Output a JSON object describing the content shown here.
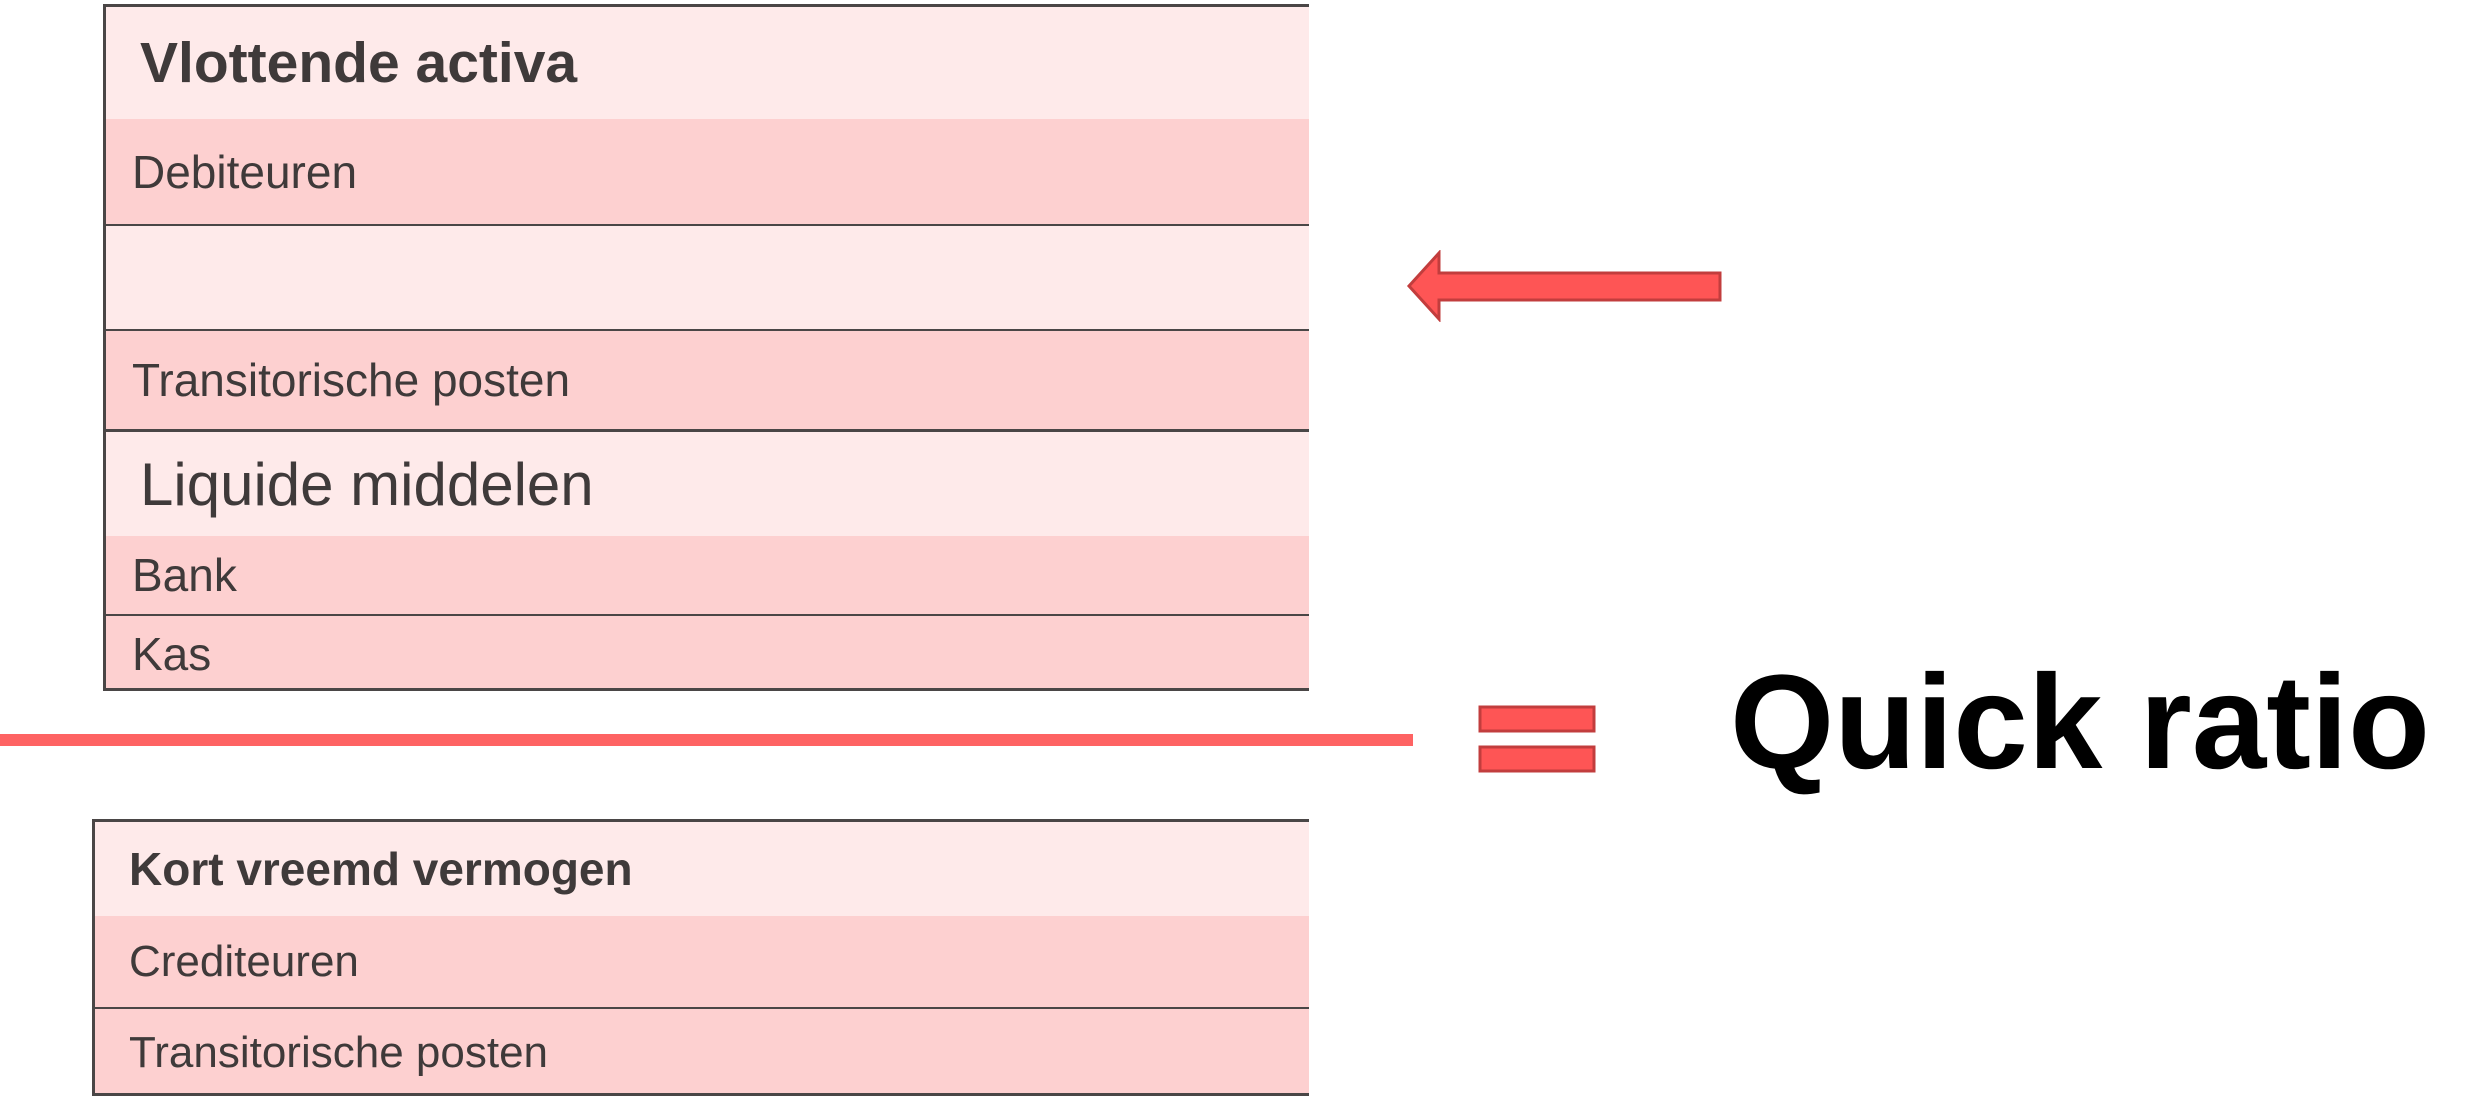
{
  "current_assets": {
    "title": "Vlottende activa",
    "items": [
      "Debiteuren",
      "",
      "Transitorische posten"
    ]
  },
  "liquid_assets": {
    "title": "Liquide middelen",
    "items": [
      "Bank",
      "Kas"
    ]
  },
  "current_liabilities": {
    "title": "Kort vreemd vermogen",
    "items": [
      "Crediteuren",
      "Transitorische posten"
    ]
  },
  "result": {
    "label": "Quick ratio"
  },
  "colors": {
    "accent": "#fe6363",
    "row_light": "#feeaea",
    "row_pink": "#fdd0d0",
    "border": "#4a4646"
  },
  "icons": {
    "arrow": "arrow-left-icon",
    "equals": "equals-icon"
  }
}
